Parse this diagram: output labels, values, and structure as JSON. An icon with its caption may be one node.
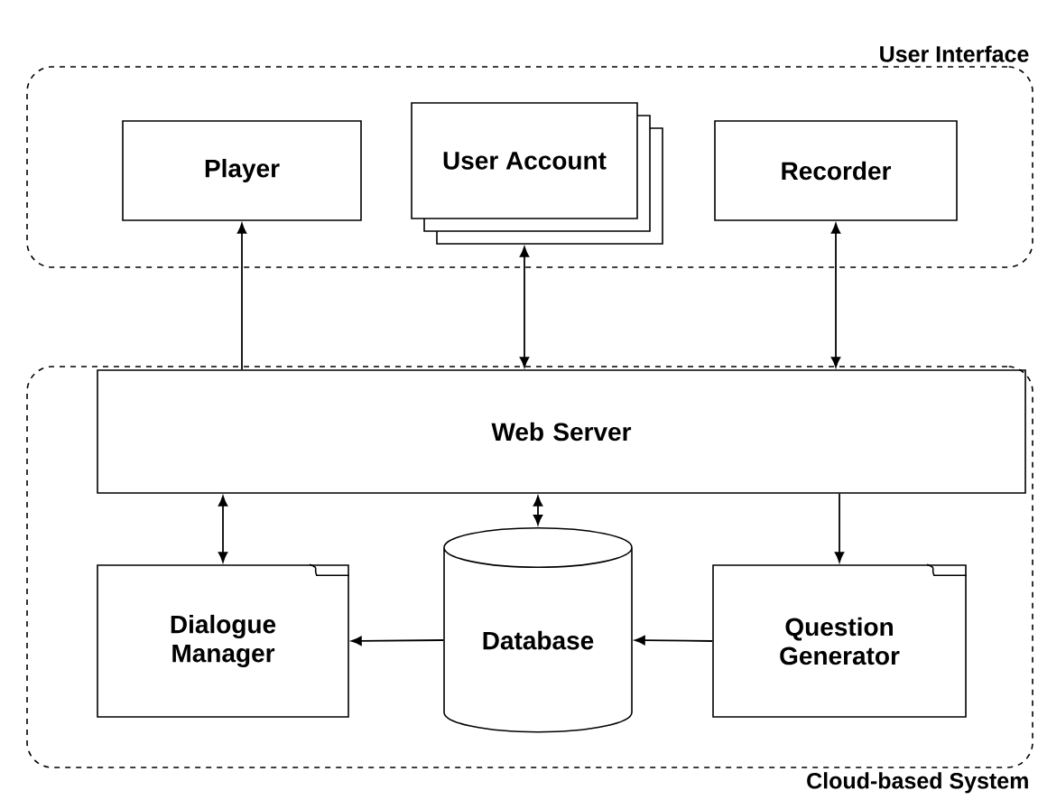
{
  "diagram": {
    "nodes": [
      {
        "text": [
          "User Interface"
        ]
      },
      {
        "text": [
          "Player"
        ],
        "in": 0
      },
      {
        "text": [
          "User Account"
        ],
        "in": 0
      },
      {
        "text": [
          "Recorder"
        ],
        "in": 0
      },
      {
        "text": [
          "Cloud-based System"
        ]
      },
      {
        "text": [
          "Web Server"
        ],
        "in": 4
      },
      {
        "text": [
          "Dialogue Manager"
        ],
        "in": 4
      },
      {
        "text": [
          "Database"
        ],
        "in": 4
      },
      {
        "text": [
          "Question Generator"
        ],
        "in": 4
      }
    ],
    "edges": [
      {
        "from": 5,
        "to": 1,
        "arrow": "to"
      },
      {
        "from": 2,
        "to": 5,
        "arrow": "both"
      },
      {
        "from": 3,
        "to": 5,
        "arrow": "both"
      },
      {
        "from": 5,
        "to": 6,
        "arrow": "both"
      },
      {
        "from": 5,
        "to": 7,
        "arrow": "both"
      },
      {
        "from": 5,
        "to": 8,
        "arrow": "to"
      },
      {
        "from": 7,
        "to": 6,
        "arrow": "to"
      },
      {
        "from": 8,
        "to": 7,
        "arrow": "to"
      }
    ]
  }
}
